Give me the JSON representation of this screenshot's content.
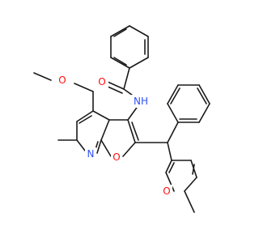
{
  "molecule": {
    "atoms": {
      "ester_O": {
        "text": "O",
        "color": "#ff0d0d"
      },
      "carbonyl_O": {
        "text": "O",
        "color": "#ff0d0d"
      },
      "amide_N": {
        "text": "NH",
        "color": "#3050f8"
      },
      "pyridine_N": {
        "text": "N",
        "color": "#3050f8"
      },
      "furo_O": {
        "text": "O",
        "color": "#ff0d0d"
      },
      "furan_O": {
        "text": "O",
        "color": "#ff0d0d"
      }
    },
    "bond_color": "#1a1a1a"
  }
}
